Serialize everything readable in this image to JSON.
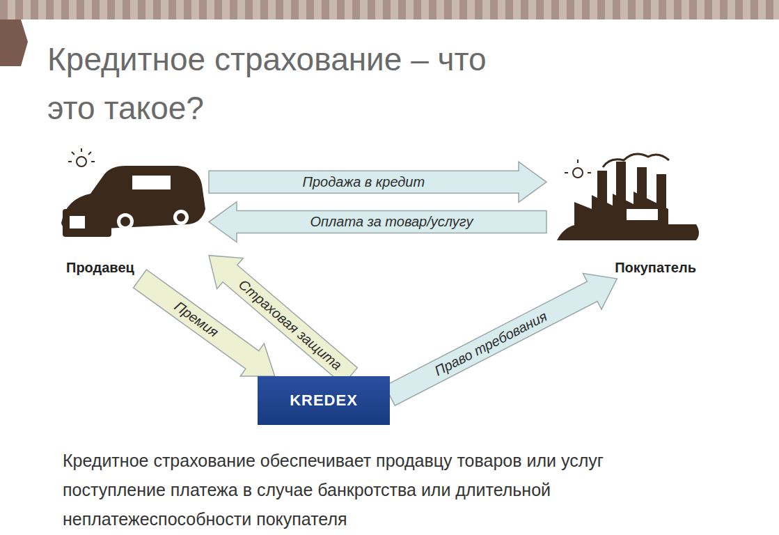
{
  "diagram": {
    "title": "Кредитное страхование – что это такое?",
    "caption": "Кредитное страхование обеспечивает продавцу товаров или услуг поступление платежа в случае банкротства или длительной неплатежеспособности покупателя",
    "nodes": [
      {
        "text": [
          "Продавец"
        ]
      },
      {
        "text": [
          "Покупатель"
        ]
      },
      {
        "text": [
          "KREDEX"
        ]
      }
    ],
    "edges": [
      {
        "from": 0,
        "to": 1,
        "label": "Продажа в кредит",
        "arrow": "to"
      },
      {
        "from": 1,
        "to": 0,
        "label": "Оплата за товар/услугу",
        "arrow": "to"
      },
      {
        "from": 0,
        "to": 2,
        "label": "Премия",
        "arrow": "to"
      },
      {
        "from": 2,
        "to": 0,
        "label": "Страховая защита",
        "arrow": "to"
      },
      {
        "from": 2,
        "to": 1,
        "label": "Право требования",
        "arrow": "to"
      }
    ]
  }
}
